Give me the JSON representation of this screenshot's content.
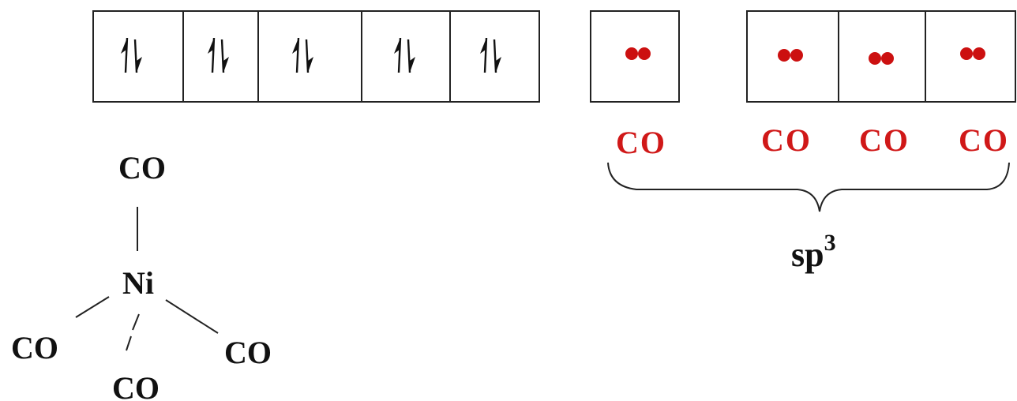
{
  "colors": {
    "ink": "#111111",
    "ligand": "#d01818",
    "dot": "#cc1010"
  },
  "d_orbitals": {
    "count": 5,
    "occupancy": "paired",
    "icon": "up-down-arrow-pair"
  },
  "hybrid_orbitals": {
    "count": 4,
    "content_icon": "lone-pair-dots",
    "ligand_labels": [
      "CO",
      "CO",
      "CO",
      "CO"
    ],
    "hybridization_label": "sp",
    "hybridization_superscript": "3"
  },
  "structure": {
    "central_atom": "Ni",
    "ligands": {
      "top": "CO",
      "left": "CO",
      "bottom": "CO",
      "right": "CO"
    }
  }
}
